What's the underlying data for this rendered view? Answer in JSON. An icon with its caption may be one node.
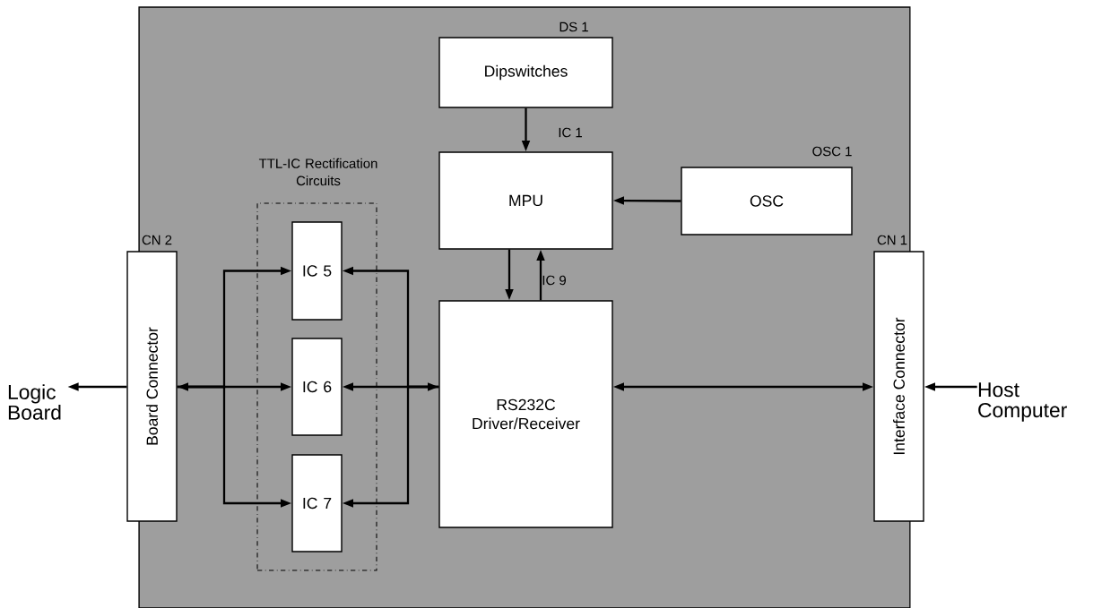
{
  "diagram": {
    "nodes": [
      {
        "text": [],
        "shape": "box"
      },
      {
        "text": [
          "Dipswitches"
        ],
        "beside": [
          "DS 1"
        ],
        "in": 0
      },
      {
        "text": [
          "MPU"
        ],
        "beside": [
          "IC 1"
        ],
        "in": 0
      },
      {
        "text": [
          "OSC"
        ],
        "beside": [
          "OSC 1"
        ],
        "in": 0
      },
      {
        "text": [
          "TTL-IC Rectification Circuits"
        ],
        "in": 0
      },
      {
        "text": [
          "IC 5"
        ],
        "in": 4
      },
      {
        "text": [
          "IC 6"
        ],
        "in": 4
      },
      {
        "text": [
          "IC 7"
        ],
        "in": 4
      },
      {
        "text": [
          "Board Connector"
        ],
        "beside": [
          "CN 2"
        ]
      },
      {
        "text": [
          "RS232C Driver/Receiver"
        ],
        "beside": [
          "IC 9"
        ],
        "in": 0
      },
      {
        "text": [
          "Interface Connector"
        ],
        "beside": [
          "CN 1"
        ]
      },
      {
        "text": [
          "Logic Board"
        ]
      },
      {
        "text": [
          "Host Computer"
        ]
      }
    ],
    "edges": [
      {
        "from": 1,
        "to": 2,
        "arrow": "to"
      },
      {
        "from": 3,
        "to": 2,
        "arrow": "to"
      },
      {
        "from": 2,
        "to": 9,
        "arrow": "to"
      },
      {
        "from": 9,
        "to": 2,
        "arrow": "to"
      },
      {
        "from": 8,
        "to": 6,
        "arrow": "both"
      },
      {
        "from": 8,
        "to": 5,
        "arrow": "to"
      },
      {
        "from": 8,
        "to": 7,
        "arrow": "to"
      },
      {
        "from": 6,
        "to": 9,
        "arrow": "both"
      },
      {
        "from": 9,
        "to": 5,
        "arrow": "to"
      },
      {
        "from": 9,
        "to": 7,
        "arrow": "to"
      },
      {
        "from": 9,
        "to": 10,
        "arrow": "both"
      },
      {
        "from": 8,
        "to": 11,
        "arrow": "to"
      },
      {
        "from": 12,
        "to": 10,
        "arrow": "to"
      }
    ]
  }
}
